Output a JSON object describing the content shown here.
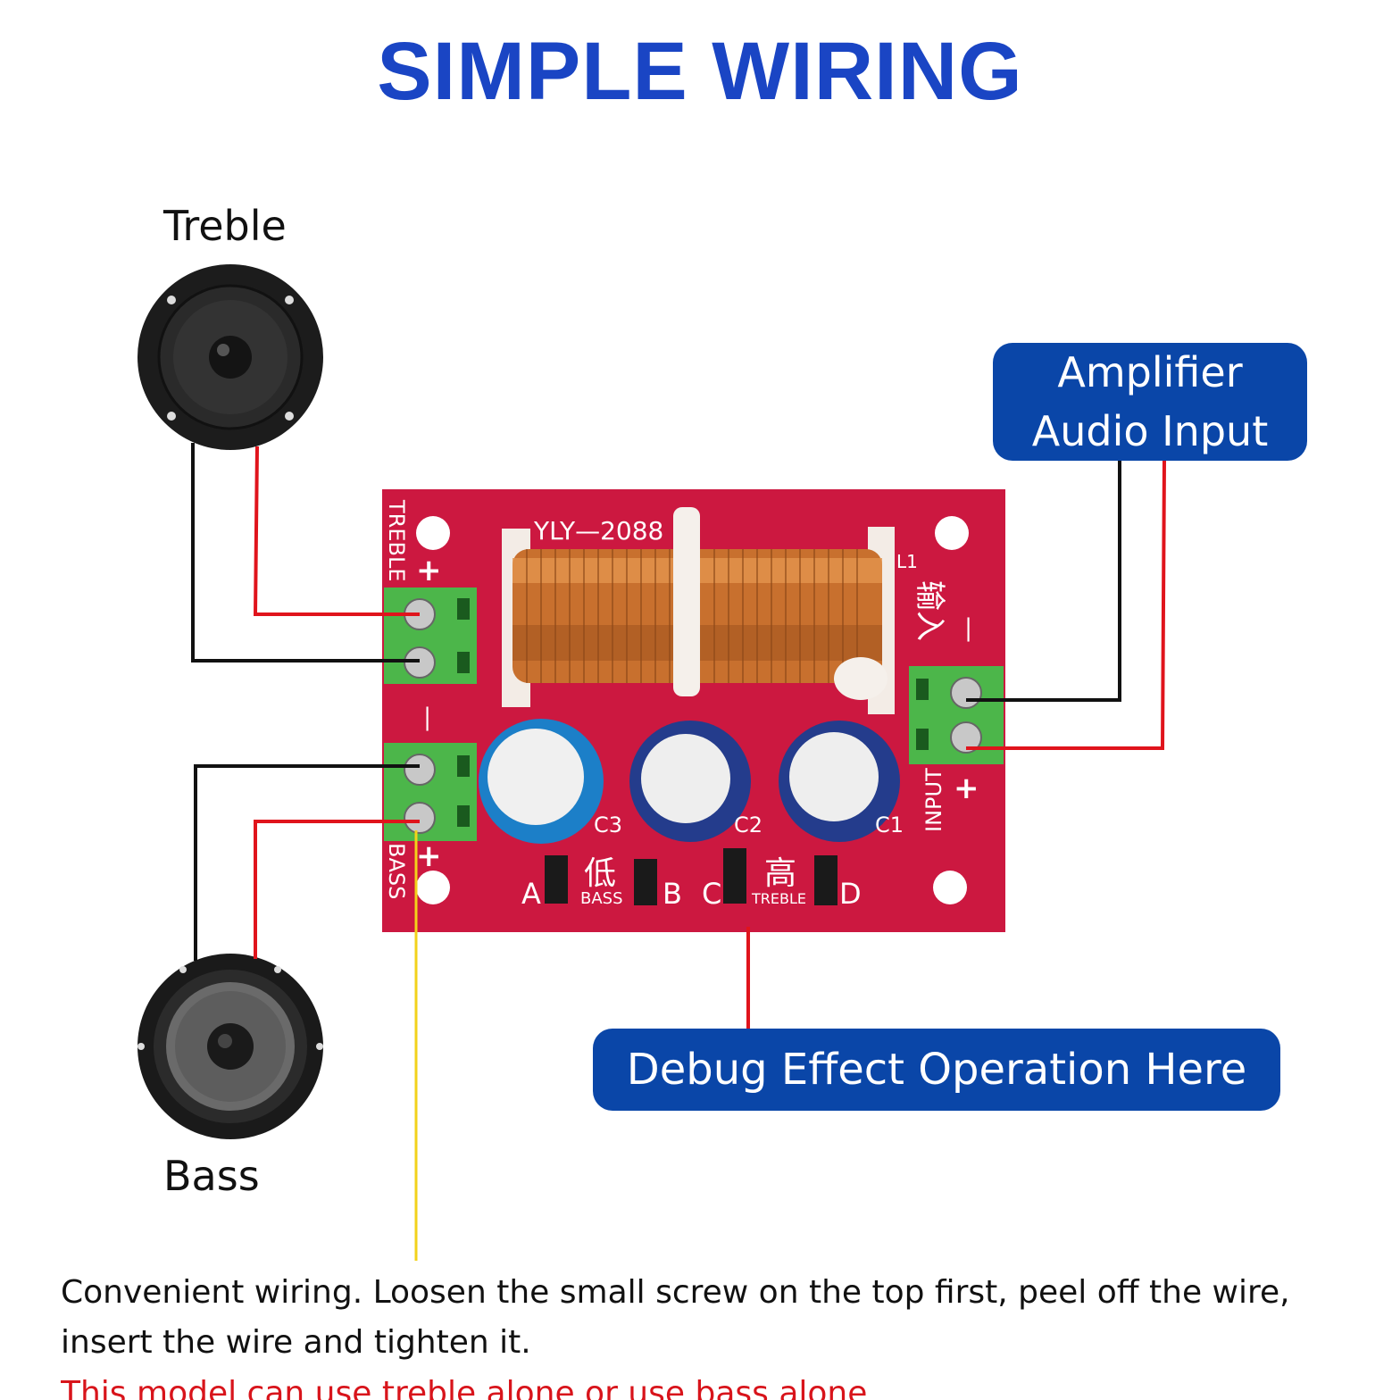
{
  "title": "SIMPLE WIRING",
  "treble_label": "Treble",
  "bass_label": "Bass",
  "amplifier_callout": {
    "line1": "Amplifier",
    "line2": "Audio Input"
  },
  "debug_callout": "Debug Effect Operation Here",
  "description": "Convenient wiring. Loosen the small screw on the top first, peel off the wire, insert the wire and tighten it.",
  "note": "This model can use treble alone or use bass alone",
  "board": {
    "model": "YLY—2088",
    "treble_side": "TREBLE",
    "bass_side": "BASS",
    "input_side": "INPUT",
    "coil_label": "L1",
    "cap_labels": [
      "C3",
      "C2",
      "C1"
    ],
    "jumper_letters": [
      "A",
      "B",
      "C",
      "D"
    ],
    "bass_cn": "低",
    "treble_cn": "高",
    "input_cn": "输入",
    "jumper_bass": "BASS",
    "jumper_treble": "TREBLE",
    "plus": "+",
    "minus": "—"
  },
  "colors": {
    "title": "#1a45c4",
    "callout_bg": "#0a46a8",
    "pcb": "#cc1840",
    "wire_red": "#e0141c",
    "wire_black": "#111111",
    "wire_yellow": "#f2d21a",
    "note": "#d8141b"
  }
}
